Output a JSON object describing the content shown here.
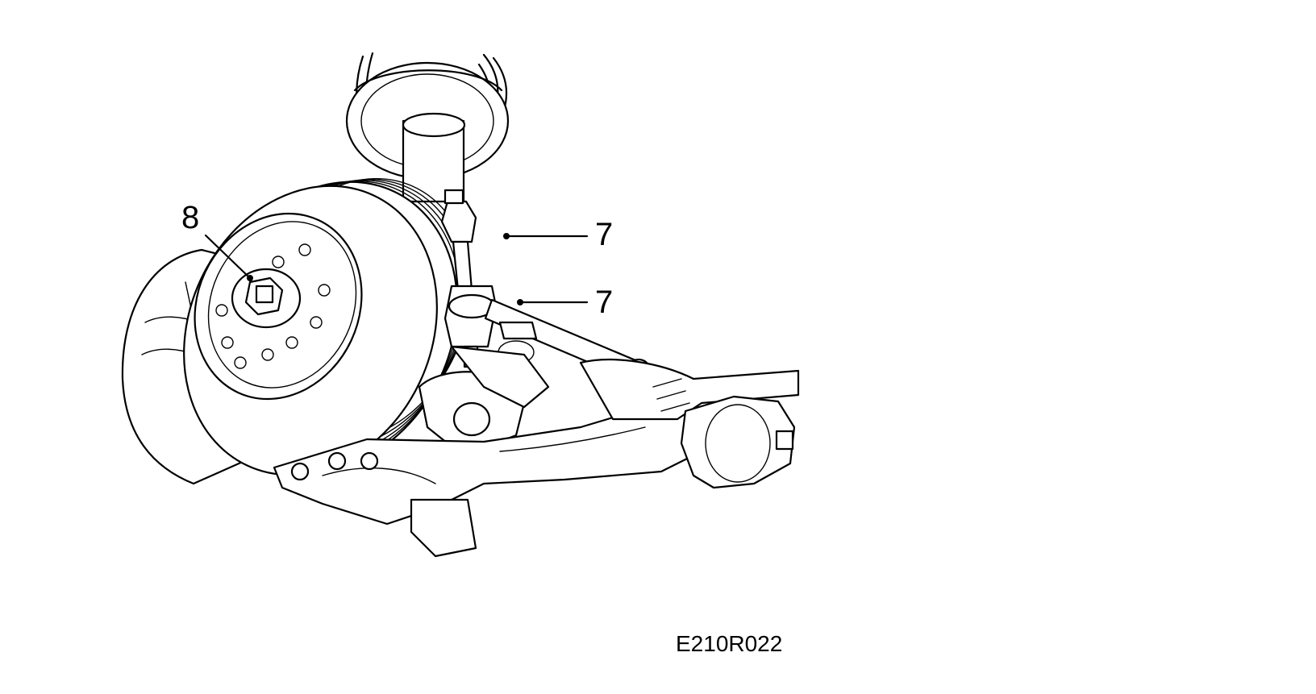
{
  "figure_code": "E210R022",
  "callouts": [
    {
      "id": "callout-8",
      "label": "8"
    },
    {
      "id": "callout-7-upper",
      "label": "7"
    },
    {
      "id": "callout-7-lower",
      "label": "7"
    }
  ]
}
